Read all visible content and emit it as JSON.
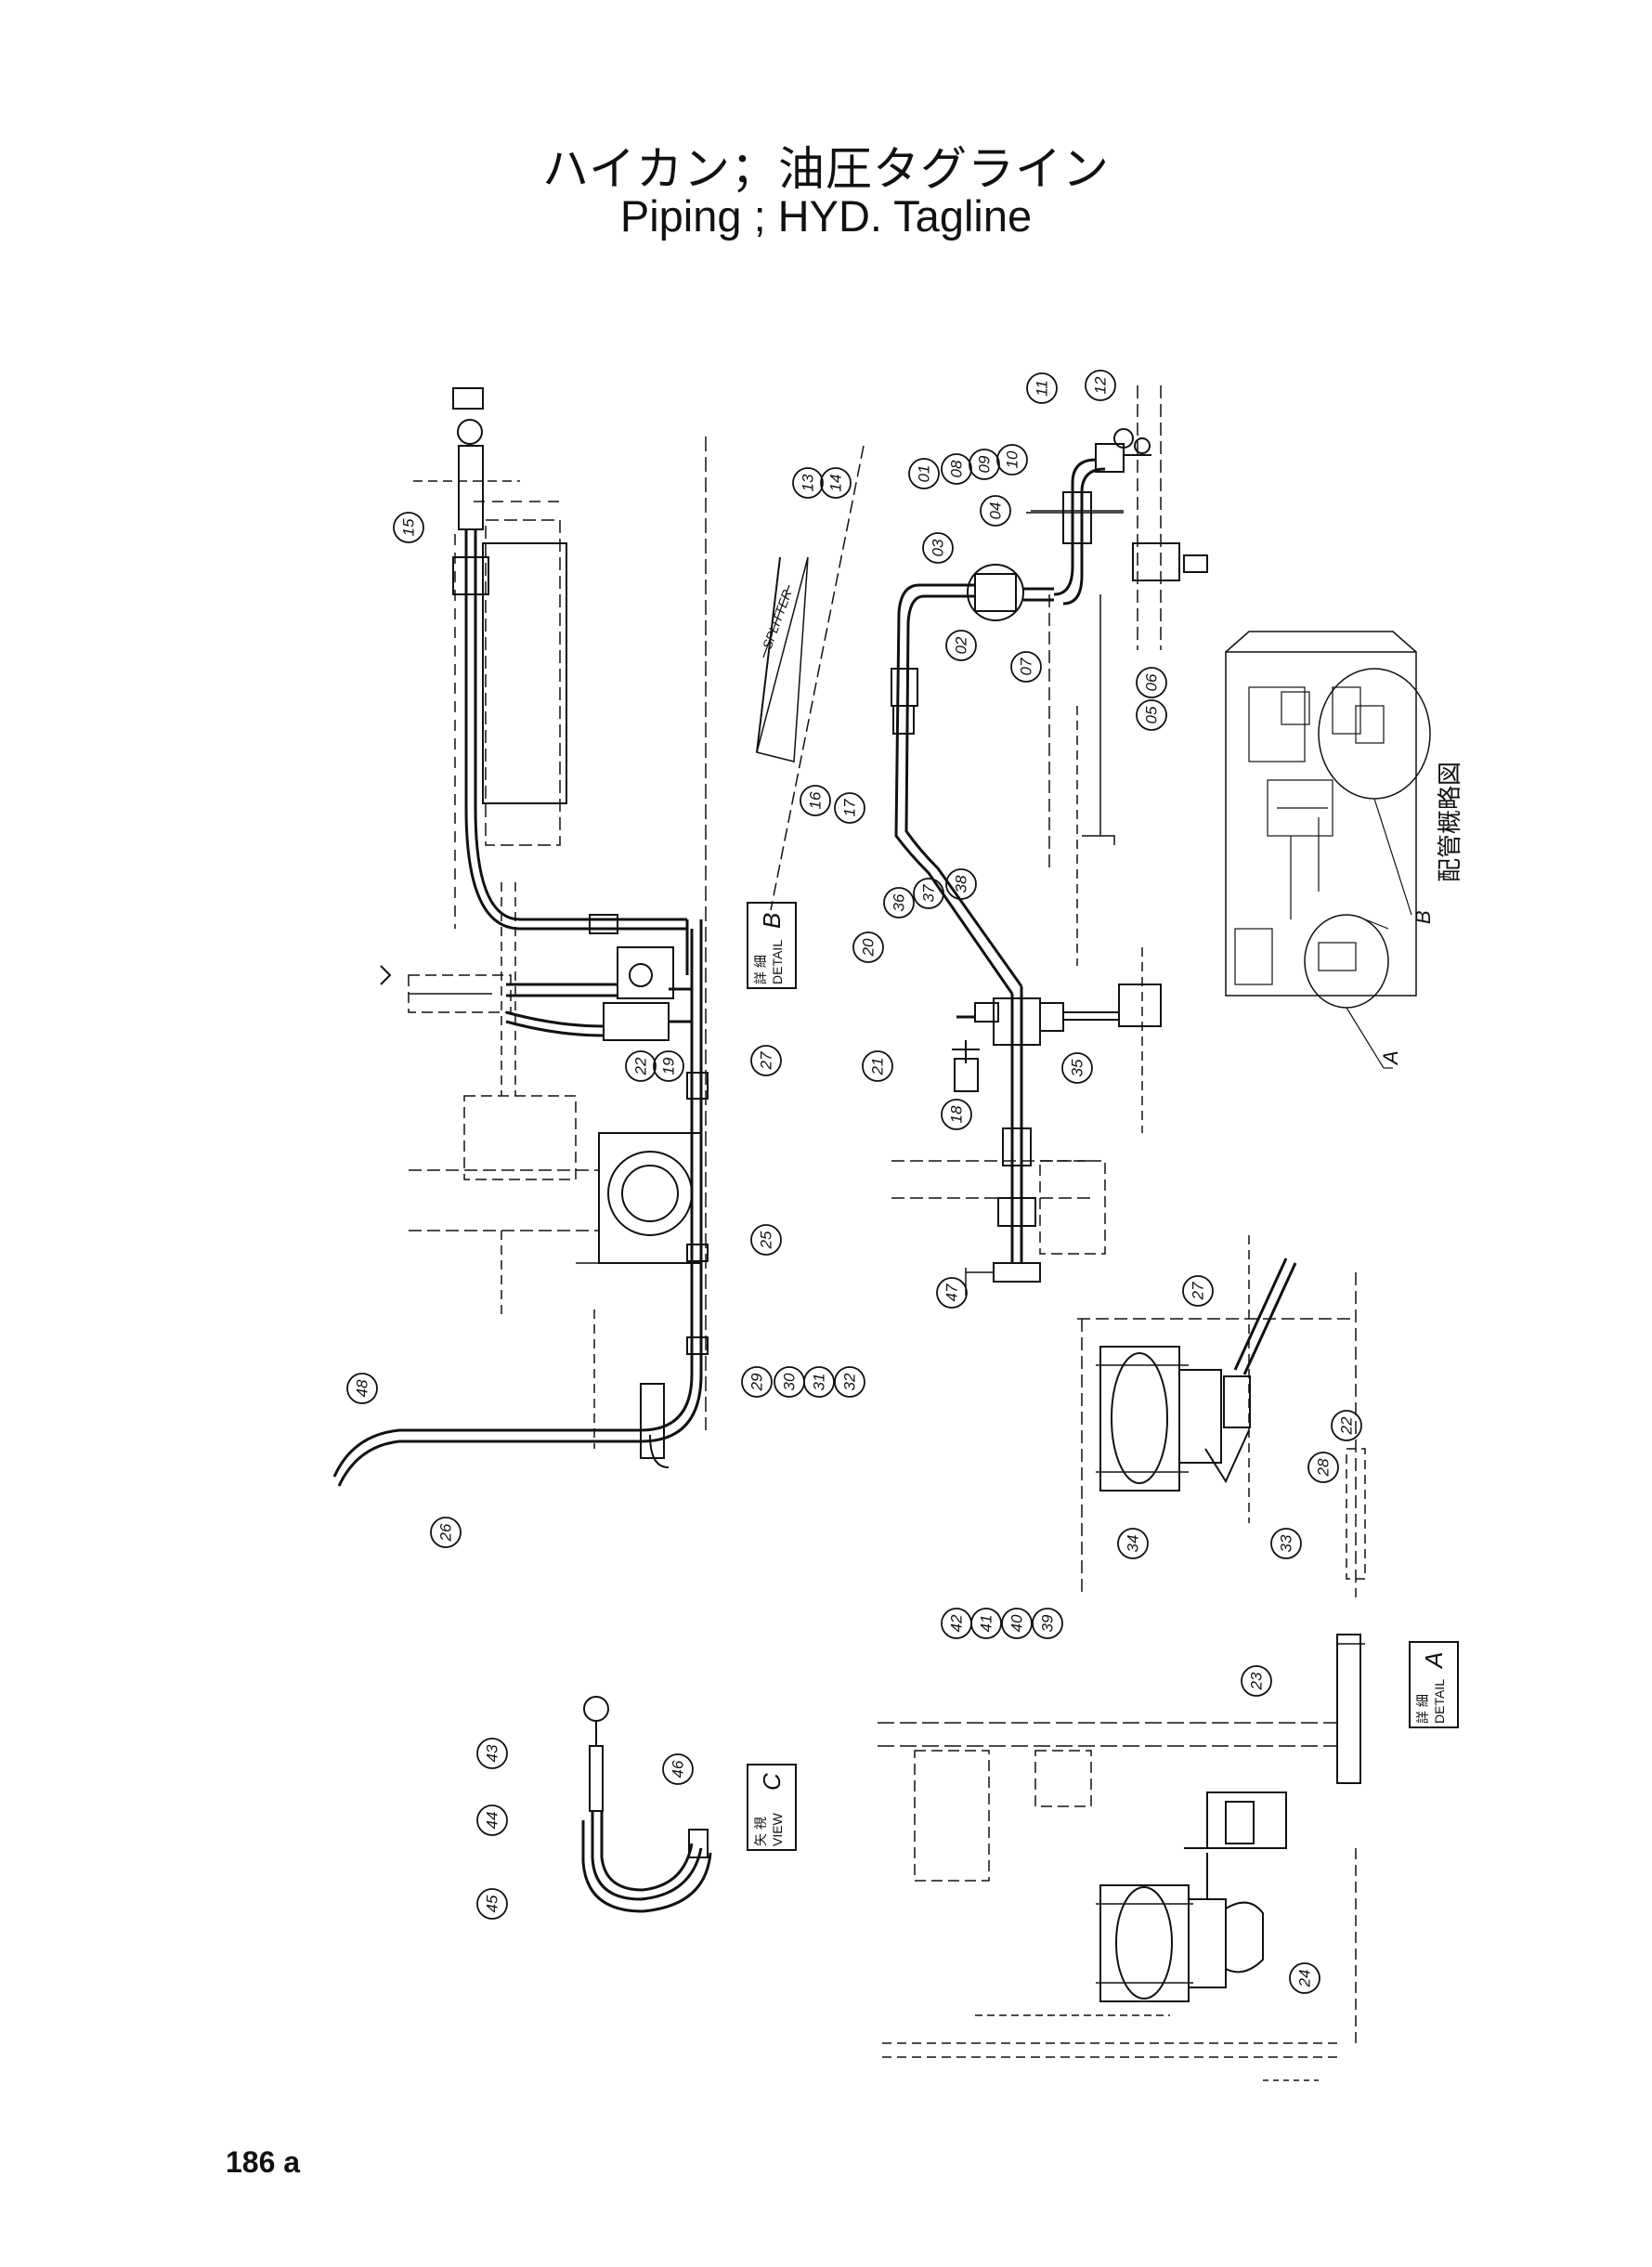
{
  "title_jp": "ハイカン；油圧タグライン",
  "title_en": "Piping ; HYD. Tagline",
  "page_number": "186 a",
  "boxes": {
    "detail_b": {
      "jp": "詳 細",
      "en": "DETAIL",
      "letter": "B"
    },
    "detail_a": {
      "jp": "詳 細",
      "en": "DETAIL",
      "letter": "A"
    },
    "view_c": {
      "jp": "矢 視",
      "en": "VIEW",
      "letter": "C"
    }
  },
  "labels": {
    "splitter": "SPLITTER",
    "layout_jp": "配管概略図",
    "marker_a": "A",
    "marker_b": "B"
  },
  "callouts": [
    {
      "id": "c15",
      "text": "15"
    },
    {
      "id": "c13",
      "text": "13"
    },
    {
      "id": "c14",
      "text": "14"
    },
    {
      "id": "c01",
      "text": "01"
    },
    {
      "id": "c08",
      "text": "08"
    },
    {
      "id": "c09",
      "text": "09"
    },
    {
      "id": "c10",
      "text": "10"
    },
    {
      "id": "c11",
      "text": "11"
    },
    {
      "id": "c12",
      "text": "12"
    },
    {
      "id": "c03",
      "text": "03"
    },
    {
      "id": "c04",
      "text": "04"
    },
    {
      "id": "c02",
      "text": "02"
    },
    {
      "id": "c07",
      "text": "07"
    },
    {
      "id": "c05",
      "text": "05"
    },
    {
      "id": "c06",
      "text": "06"
    },
    {
      "id": "c16",
      "text": "16"
    },
    {
      "id": "c17",
      "text": "17"
    },
    {
      "id": "c20",
      "text": "20"
    },
    {
      "id": "c36",
      "text": "36"
    },
    {
      "id": "c37",
      "text": "37"
    },
    {
      "id": "c38",
      "text": "38"
    },
    {
      "id": "c21",
      "text": "21"
    },
    {
      "id": "c35",
      "text": "35"
    },
    {
      "id": "c18",
      "text": "18"
    },
    {
      "id": "c47",
      "text": "47"
    },
    {
      "id": "c22a",
      "text": "22"
    },
    {
      "id": "c19",
      "text": "19"
    },
    {
      "id": "c27a",
      "text": "27"
    },
    {
      "id": "c25",
      "text": "25"
    },
    {
      "id": "c29",
      "text": "29"
    },
    {
      "id": "c30",
      "text": "30"
    },
    {
      "id": "c31",
      "text": "31"
    },
    {
      "id": "c32",
      "text": "32"
    },
    {
      "id": "c48",
      "text": "48"
    },
    {
      "id": "c26",
      "text": "26"
    },
    {
      "id": "c27b",
      "text": "27"
    },
    {
      "id": "c22b",
      "text": "22"
    },
    {
      "id": "c28",
      "text": "28"
    },
    {
      "id": "c33",
      "text": "33"
    },
    {
      "id": "c34",
      "text": "34"
    },
    {
      "id": "c42",
      "text": "42"
    },
    {
      "id": "c41",
      "text": "41"
    },
    {
      "id": "c40",
      "text": "40"
    },
    {
      "id": "c39",
      "text": "39"
    },
    {
      "id": "c23",
      "text": "23"
    },
    {
      "id": "c24",
      "text": "24"
    },
    {
      "id": "c43",
      "text": "43"
    },
    {
      "id": "c44",
      "text": "44"
    },
    {
      "id": "c45",
      "text": "45"
    },
    {
      "id": "c46",
      "text": "46"
    }
  ]
}
